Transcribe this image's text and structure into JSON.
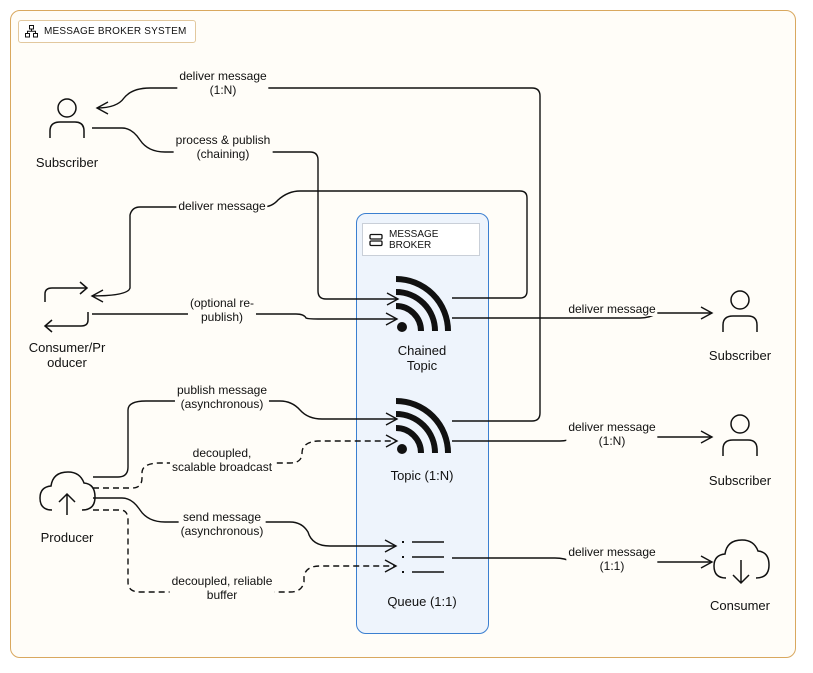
{
  "title": "MESSAGE BROKER SYSTEM",
  "broker": {
    "label_line1": "MESSAGE",
    "label_line2": "BROKER"
  },
  "nodes": {
    "subscriber_top": "Subscriber",
    "consumer_producer_line1": "Consumer/Pr",
    "consumer_producer_line2": "oducer",
    "producer": "Producer",
    "chained_topic_line1": "Chained",
    "chained_topic_line2": "Topic",
    "topic": "Topic (1:N)",
    "queue": "Queue (1:1)",
    "subscriber_right1": "Subscriber",
    "subscriber_right2": "Subscriber",
    "consumer": "Consumer"
  },
  "edges": {
    "deliver_1n_top": [
      "deliver message",
      "(1:N)"
    ],
    "process_publish": [
      "process & publish",
      "(chaining)"
    ],
    "deliver_message_cp": [
      "deliver message"
    ],
    "optional_republish": [
      "(optional re-",
      "publish)"
    ],
    "publish_message": [
      "publish message",
      "(asynchronous)"
    ],
    "decoupled_broadcast": [
      "decoupled,",
      "scalable broadcast"
    ],
    "send_message": [
      "send message",
      "(asynchronous)"
    ],
    "decoupled_buffer": [
      "decoupled, reliable",
      "buffer"
    ],
    "deliver_chained": [
      "deliver message"
    ],
    "deliver_topic": [
      "deliver message",
      "(1:N)"
    ],
    "deliver_queue": [
      "deliver message",
      "(1:1)"
    ]
  },
  "colors": {
    "frame": "#d9a85f",
    "broker_border": "#3b7fd0",
    "broker_fill": "#eef4fc",
    "line": "#111111"
  },
  "icons": {
    "title": "network-icon",
    "broker": "server-icon",
    "subscriber": "person-icon",
    "consumer_producer": "repeat-arrows-icon",
    "producer": "cloud-upload-icon",
    "topic": "rss-feed-icon",
    "queue": "list-queue-icon",
    "consumer": "cloud-download-icon"
  }
}
